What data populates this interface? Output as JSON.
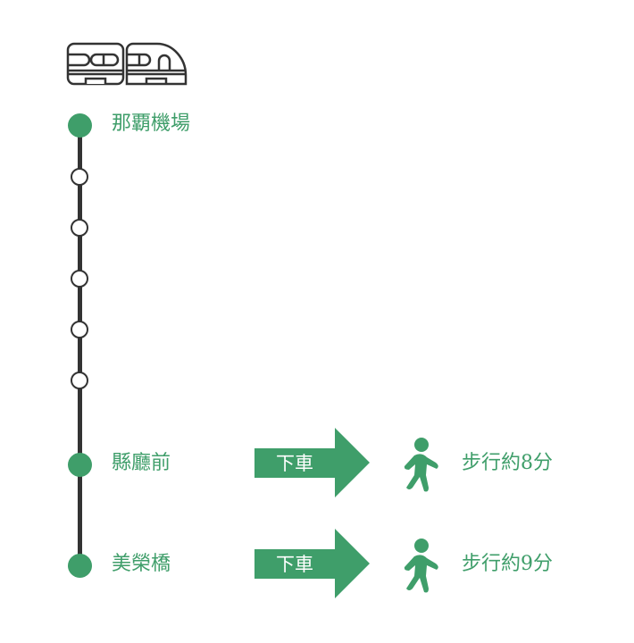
{
  "colors": {
    "accent": "#3f9e6a",
    "line": "#333333"
  },
  "icons": {
    "header": "train-icon",
    "walk": "walking-person-icon"
  },
  "stations": [
    {
      "name": "那覇機場",
      "type": "major"
    },
    {
      "name": "",
      "type": "minor"
    },
    {
      "name": "",
      "type": "minor"
    },
    {
      "name": "",
      "type": "minor"
    },
    {
      "name": "",
      "type": "minor"
    },
    {
      "name": "",
      "type": "minor"
    },
    {
      "name": "縣廳前",
      "type": "major",
      "action": "下車",
      "walk": "步行約8分"
    },
    {
      "name": "美榮橋",
      "type": "major",
      "action": "下車",
      "walk": "步行約9分"
    }
  ]
}
